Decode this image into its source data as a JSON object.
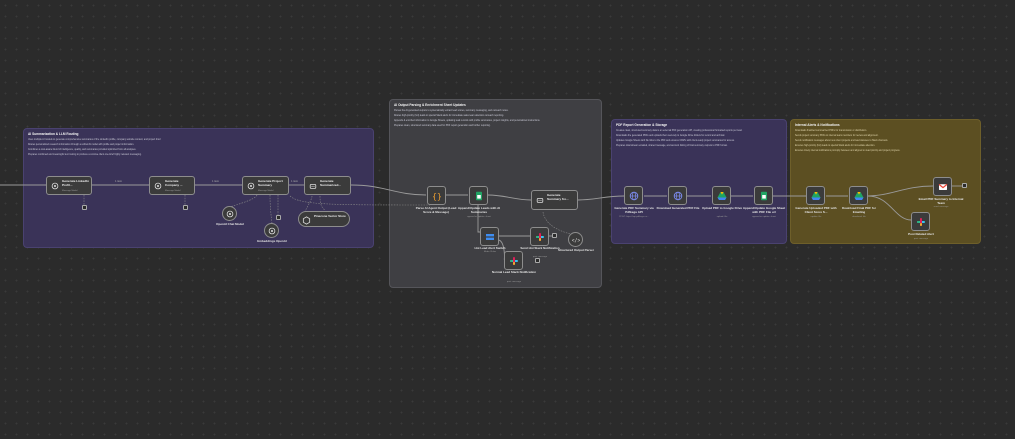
{
  "stickies": {
    "s1": {
      "title": "AI Summarization & LLM Routing",
      "lines": [
        "Uses multiple AI models to generate comprehensive summaries of the LinkedIn profile, company website content, and project brief.",
        "Routes personalized research information through a unified AI model with profile and project information.",
        "Combines a cost-aware blend of intelligence, quality, and summaries provided optimized from all analyses.",
        "Prepares combined and meaningful text routing to produce a concise client one-brief highly relevant messaging."
      ]
    },
    "s2": {
      "title": "AI Output Parsing & Enrichment Sheet Updates",
      "lines": [
        "Parses the AI-generated outputs to systematically extract lead scores, summary messaging, and outreach notes.",
        "Routes high-priority (hot) leads to special Slack alerts for immediate sales team attention outreach reporting.",
        "Appends & enriched information to Google Sheets, updating lead records with profile summaries, project insights, and personalized instructions.",
        "Prepares clean, structured summary data used for PDF report generation and further reporting."
      ]
    },
    "s3": {
      "title": "PDF Report Generation & Storage",
      "lines": [
        "Creates clean, structured summary data is an external PDF generation API, creating professional formatted reports per lead.",
        "Downloads the generated PDFs and uploads them securely to Google Drive folders for record and archival.",
        "Updates Google Sheets with file links to the PDF and ensures CRM's with client-ready project summaries for access.",
        "Prepares downstream emailed, shared message, and account linking of final summary outputs to PDF format."
      ]
    },
    "s4": {
      "title": "Internal Alerts & Notifications",
      "lines": [
        "Downloads finalized summarized PDFs for transmission or distribution.",
        "Sends project summary PDFs to internal team members for review and alignment.",
        "Sends notification messages about new client projects and lead statuses to Slack channels.",
        "Ensures high-priority (hot) leads to special Slack alerts for immediate attention.",
        "Ensures timely internal notifications promptly between and aligned on lead priority and project progress."
      ]
    }
  },
  "nodes": {
    "n1": {
      "title": "Generate LinkedIn Profil...",
      "sub": "Message Model"
    },
    "n2": {
      "title": "Generate Company ...",
      "sub": "Message Model"
    },
    "n3": {
      "title": "Generate Project Summary",
      "sub": "Message Model"
    },
    "n4": {
      "title": "Generate Summarized...",
      "sub": ""
    },
    "n5": {
      "title": "Generate Summary fro...",
      "sub": ""
    }
  },
  "edge_labels": {
    "e1": "1 item",
    "e2": "1 item",
    "e3": "1 item"
  },
  "submodels": {
    "openai_chat": "OpenAI Chat Model",
    "embeddings": "Embeddings OpenAI",
    "vector_store": "Pinecone Vector Store"
  },
  "squares": {
    "parse": {
      "cap": "Parse AI Agent Output (Lead Score & Message)",
      "sub": ""
    },
    "append": {
      "cap": "Append/Update Leads with AI Summaries",
      "sub": "append or update: sheet"
    },
    "hotalert": {
      "cap": "Hot Lead Alert Switch",
      "sub": "Mode: Rules"
    },
    "sendhot": {
      "cap": "Send Hot Slack Notification",
      "sub": "post: message"
    },
    "structured": {
      "cap": "Structured Output Parser",
      "sub": ""
    },
    "normal": {
      "cap": "Normal Lead Slack Notification",
      "sub": "post: message"
    },
    "genpdf": {
      "cap": "Generate PDF Summary via Pdfkegu API",
      "sub": "POST: https://api.pdfkegu.co..."
    },
    "download": {
      "cap": "Download Generated PDF File",
      "sub": ""
    },
    "upload": {
      "cap": "Upload PDF to Google Drive",
      "sub": "upload: file"
    },
    "appendpdf": {
      "cap": "Append/Update Google Sheet with PDF File url",
      "sub": "append or update: sheet"
    },
    "gdrive": {
      "cap": "Generate Uploaded PDF with Client Score S...",
      "sub": "update: file"
    },
    "dlmail": {
      "cap": "Download Final PDF for Emailing",
      "sub": "download: file"
    },
    "email": {
      "cap": "Email PDF Summary to Internal Team",
      "sub": "send: message"
    },
    "post": {
      "cap": "Post Related Alert",
      "sub": "post: message"
    }
  },
  "colors": {
    "purple_sticky": "#3a3358",
    "gray_sticky": "#3f3f43",
    "gold_sticky": "#5c4f22",
    "canvas": "#2b2b2b",
    "wire": "#9a9a9a"
  },
  "icons": [
    "openai-icon",
    "bot-icon",
    "code-braces-icon",
    "google-sheets-icon",
    "switch-icon",
    "slack-icon",
    "globe-icon",
    "google-drive-icon",
    "gmail-icon",
    "code-icon"
  ]
}
